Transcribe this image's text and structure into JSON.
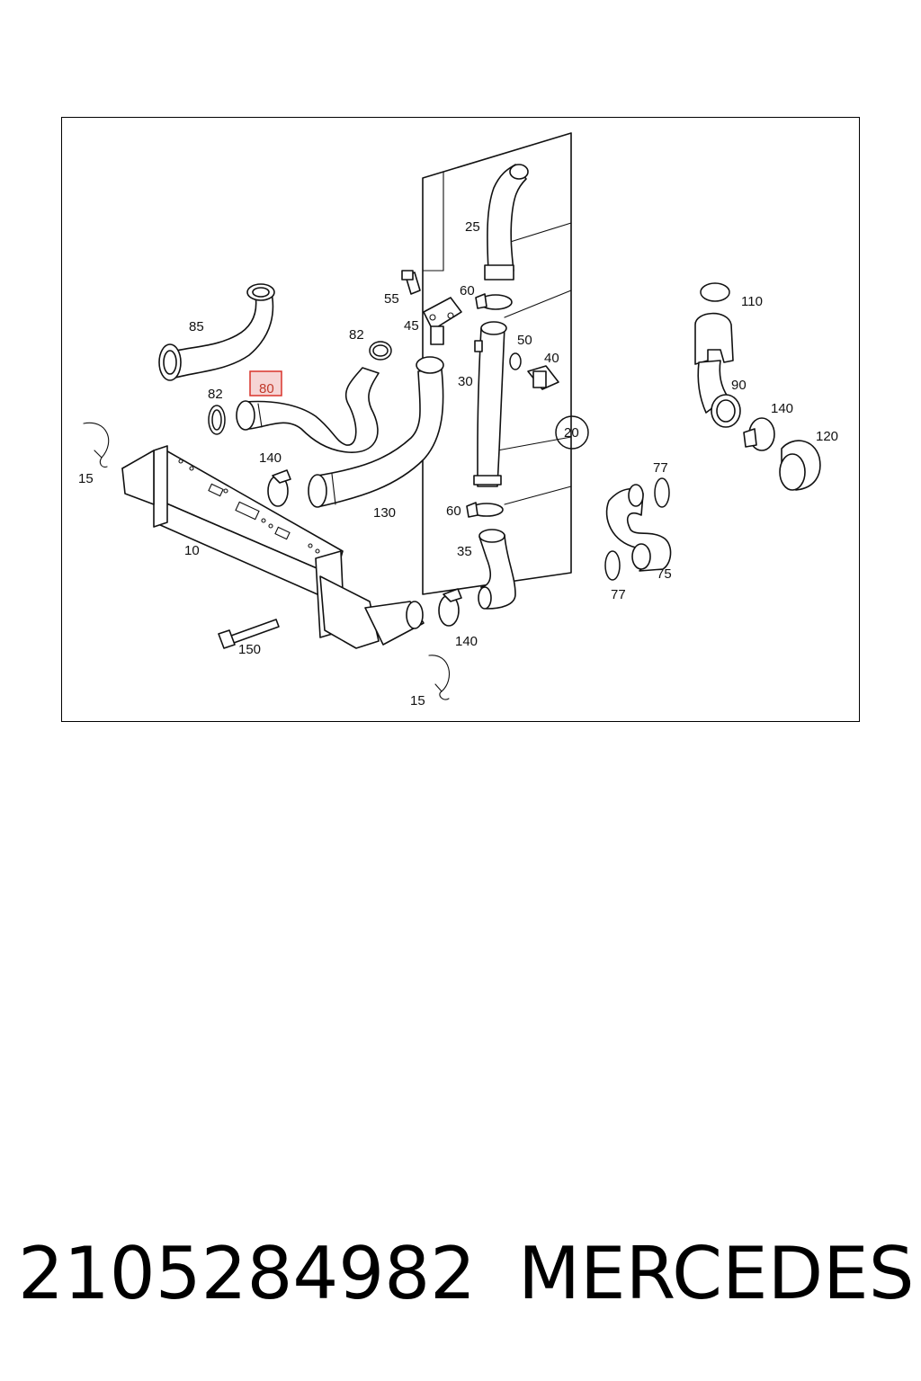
{
  "diagram": {
    "highlighted_part": "80",
    "part_labels": {
      "p10": "10",
      "p15a": "15",
      "p15b": "15",
      "p20": "20",
      "p25": "25",
      "p30": "30",
      "p35": "35",
      "p40": "40",
      "p45": "45",
      "p50": "50",
      "p55": "55",
      "p60a": "60",
      "p60b": "60",
      "p75": "75",
      "p77a": "77",
      "p77b": "77",
      "p80": "80",
      "p82a": "82",
      "p82b": "82",
      "p85": "85",
      "p90": "90",
      "p110": "110",
      "p120": "120",
      "p130": "130",
      "p140a": "140",
      "p140b": "140",
      "p140c": "140",
      "p150": "150"
    },
    "colors": {
      "highlight_fill": "#f6d5d5",
      "highlight_stroke": "#d9342b"
    }
  },
  "footer": {
    "part_number": "2105284982",
    "brand": "MERCEDES"
  }
}
